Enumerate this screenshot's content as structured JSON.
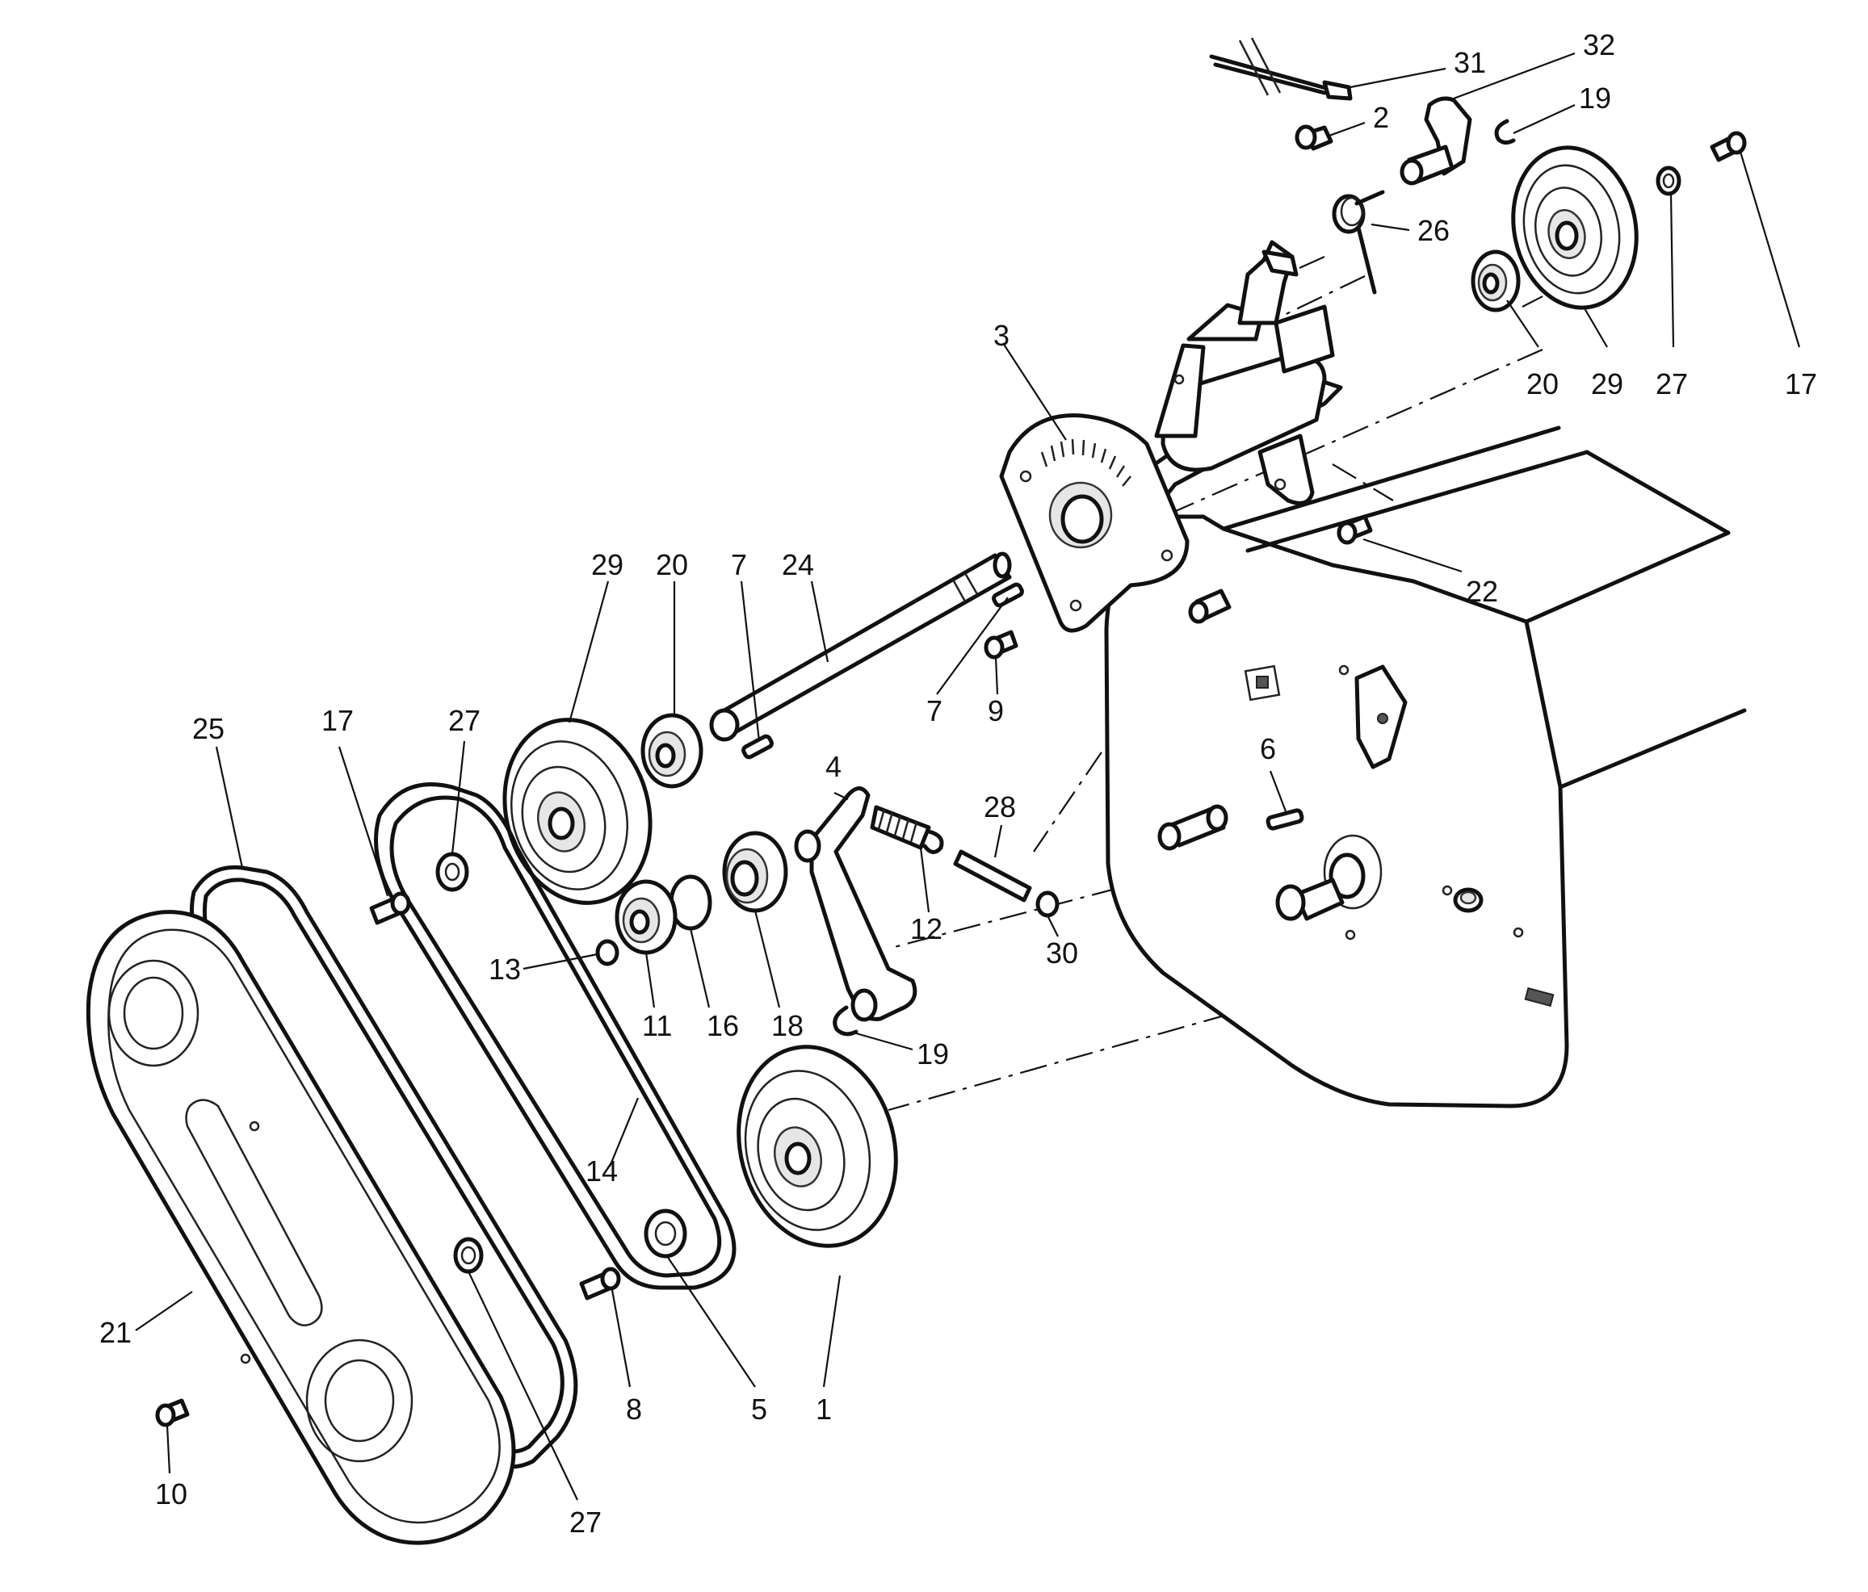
{
  "callouts": [
    {
      "id": "c31",
      "label": "31"
    },
    {
      "id": "c32",
      "label": "32"
    },
    {
      "id": "c2",
      "label": "2"
    },
    {
      "id": "c19a",
      "label": "19"
    },
    {
      "id": "c26",
      "label": "26"
    },
    {
      "id": "c3",
      "label": "3"
    },
    {
      "id": "c20a",
      "label": "20"
    },
    {
      "id": "c29a",
      "label": "29"
    },
    {
      "id": "c27a",
      "label": "27"
    },
    {
      "id": "c17a",
      "label": "17"
    },
    {
      "id": "c22",
      "label": "22"
    },
    {
      "id": "c29b",
      "label": "29"
    },
    {
      "id": "c20b",
      "label": "20"
    },
    {
      "id": "c7a",
      "label": "7"
    },
    {
      "id": "c24",
      "label": "24"
    },
    {
      "id": "c7b",
      "label": "7"
    },
    {
      "id": "c9",
      "label": "9"
    },
    {
      "id": "c25",
      "label": "25"
    },
    {
      "id": "c17b",
      "label": "17"
    },
    {
      "id": "c27b",
      "label": "27"
    },
    {
      "id": "c4",
      "label": "4"
    },
    {
      "id": "c28",
      "label": "28"
    },
    {
      "id": "c6",
      "label": "6"
    },
    {
      "id": "c12",
      "label": "12"
    },
    {
      "id": "c30",
      "label": "30"
    },
    {
      "id": "c13",
      "label": "13"
    },
    {
      "id": "c11",
      "label": "11"
    },
    {
      "id": "c16",
      "label": "16"
    },
    {
      "id": "c18",
      "label": "18"
    },
    {
      "id": "c19b",
      "label": "19"
    },
    {
      "id": "c14",
      "label": "14"
    },
    {
      "id": "c21",
      "label": "21"
    },
    {
      "id": "c8",
      "label": "8"
    },
    {
      "id": "c5",
      "label": "5"
    },
    {
      "id": "c1",
      "label": "1"
    },
    {
      "id": "c10",
      "label": "10"
    },
    {
      "id": "c27c",
      "label": "27"
    }
  ]
}
